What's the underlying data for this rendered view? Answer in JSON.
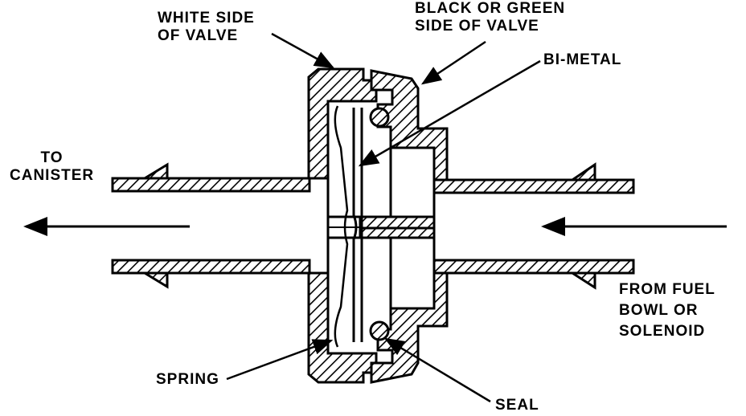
{
  "labels": {
    "white_side": [
      "WHITE SIDE",
      "OF VALVE"
    ],
    "black_side": [
      "BLACK OR GREEN",
      "SIDE OF VALVE"
    ],
    "bi_metal": "BI-METAL",
    "to_canister": [
      "TO",
      "CANISTER"
    ],
    "from_fuel": [
      "FROM FUEL",
      "BOWL OR",
      "SOLENOID"
    ],
    "spring": "SPRING",
    "seal": "SEAL"
  },
  "colors": {
    "ink": "#000000",
    "paper": "#ffffff"
  }
}
